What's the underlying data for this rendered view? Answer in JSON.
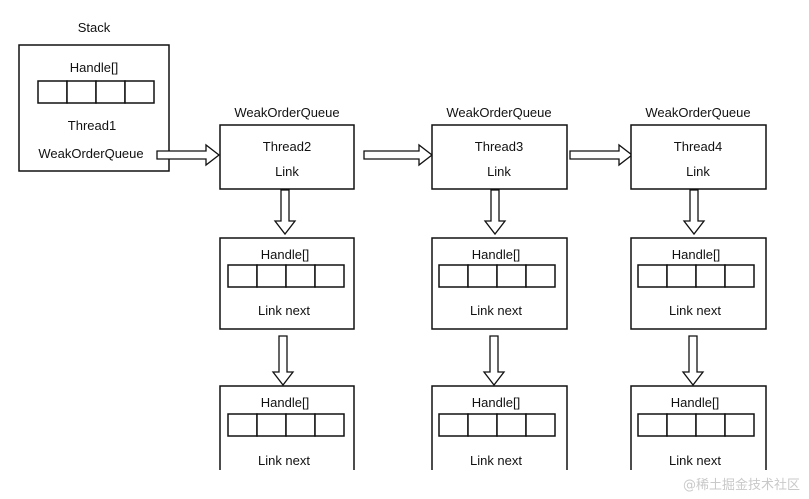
{
  "stack": {
    "title": "Stack",
    "handle_label": "Handle[]",
    "thread_label": "Thread1",
    "queue_label": "WeakOrderQueue"
  },
  "queues": [
    {
      "title": "WeakOrderQueue",
      "thread": "Thread2",
      "link": "Link"
    },
    {
      "title": "WeakOrderQueue",
      "thread": "Thread3",
      "link": "Link"
    },
    {
      "title": "WeakOrderQueue",
      "thread": "Thread4",
      "link": "Link"
    }
  ],
  "link_box": {
    "handle_label": "Handle[]",
    "next_label": "Link next"
  },
  "watermark": "@稀土掘金技术社区"
}
